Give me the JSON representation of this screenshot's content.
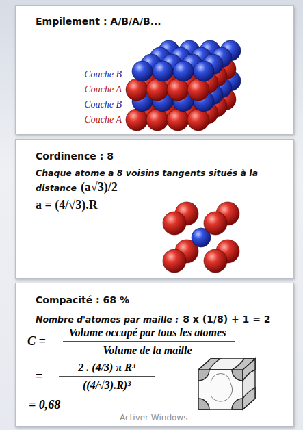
{
  "diagram": {
    "nodes": [
      {
        "text": [
          "Empilement : A/B/A/B..."
        ]
      },
      {
        "text": [
          "Cordinence : 8",
          "Chaque atome a 8 voisins tangents situés à la distance",
          "(a√3)/2",
          "a = (4/√3).R"
        ]
      },
      {
        "text": [
          "Compacité : 68 %",
          "Nombre d'atomes par maille :",
          "8 x (1/8) + 1 = 2"
        ]
      }
    ],
    "labels": [
      "Couche B",
      "Couche A",
      "Couche B",
      "Couche A",
      "C =",
      "Volume occupé par tous les atomes",
      "Volume de la maille",
      "=",
      "2 . (4/3) π R³",
      "((4/√3).R)³",
      "= 0,68",
      "Activer Windows"
    ]
  }
}
